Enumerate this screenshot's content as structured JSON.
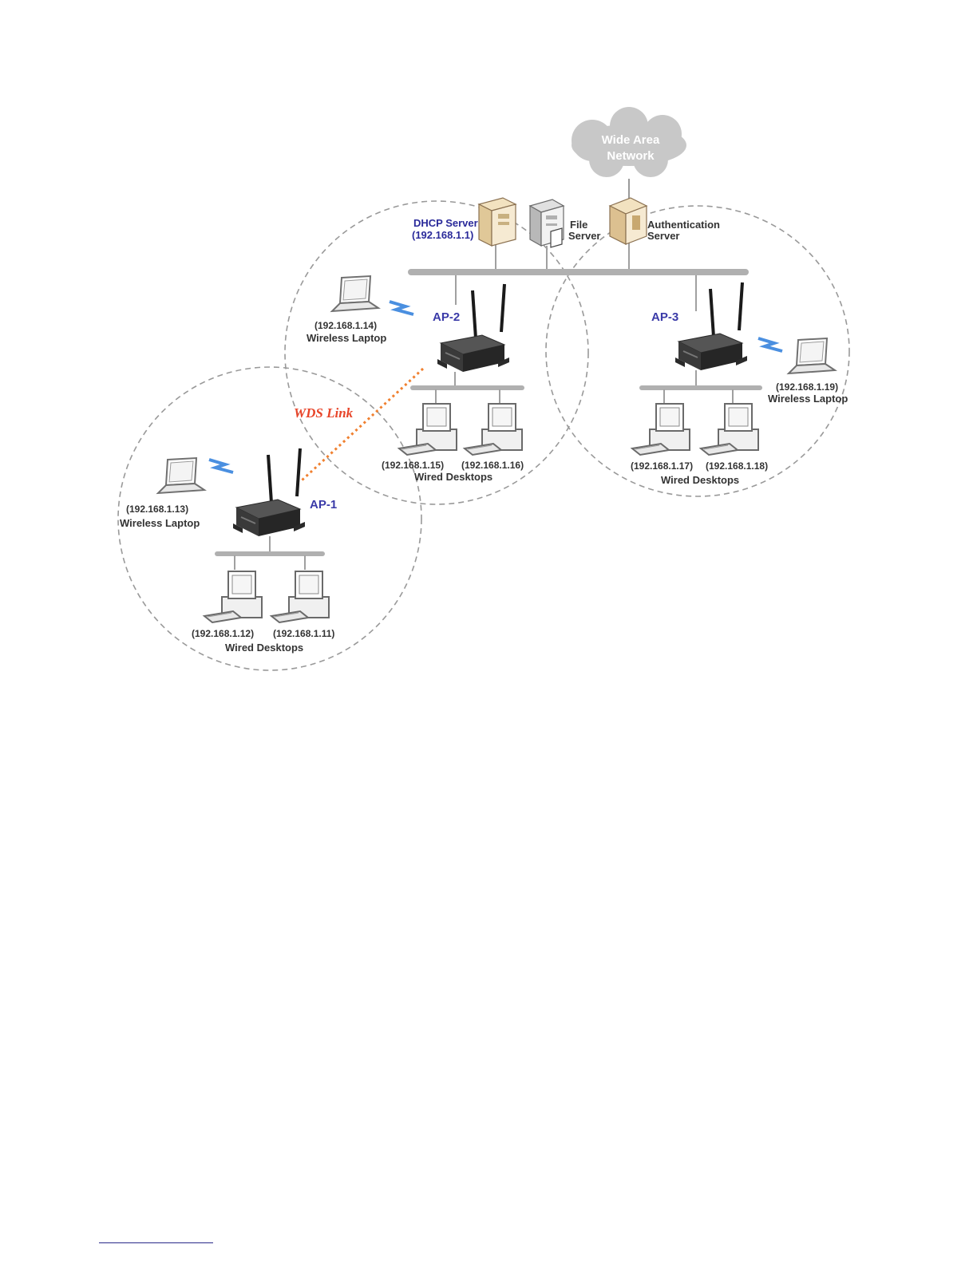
{
  "wan": {
    "line1": "Wide Area",
    "line2": "Network"
  },
  "servers": {
    "dhcp": {
      "line1": "DHCP Server",
      "line2": "(192.168.1.1)"
    },
    "file": {
      "line1": "File",
      "line2": "Server"
    },
    "auth": {
      "line1": "Authentication",
      "line2": "Server"
    }
  },
  "access_points": {
    "ap1": "AP-1",
    "ap2": "AP-2",
    "ap3": "AP-3"
  },
  "wds_link": "WDS Link",
  "cell_ap2": {
    "laptop": {
      "ip": "(192.168.1.14)",
      "label": "Wireless Laptop"
    },
    "desktop_a": "(192.168.1.15)",
    "desktop_b": "(192.168.1.16)",
    "desktops_label": "Wired Desktops"
  },
  "cell_ap3": {
    "laptop": {
      "ip": "(192.168.1.19)",
      "label": "Wireless Laptop"
    },
    "desktop_a": "(192.168.1.17)",
    "desktop_b": "(192.168.1.18)",
    "desktops_label": "Wired Desktops"
  },
  "cell_ap1": {
    "laptop": {
      "ip": "(192.168.1.13)",
      "label": "Wireless Laptop"
    },
    "desktop_a": "(192.168.1.12)",
    "desktop_b": "(192.168.1.11)",
    "desktops_label": "Wired Desktops"
  },
  "colors": {
    "ap_label": "#3a3aa8",
    "dhcp_label": "#2a2a9a",
    "wds_label": "#e8452a",
    "wds_line": "#f08030",
    "signal": "#4a8fe0",
    "cloud": "#c8c8c8",
    "bus": "#b0b0b0",
    "cell_border": "#999999"
  }
}
